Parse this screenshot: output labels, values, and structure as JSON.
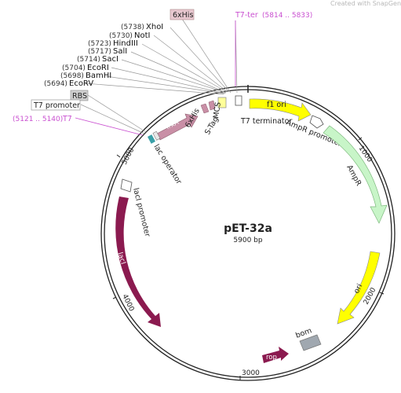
{
  "watermark": "Created with SnapGene®",
  "plasmid": {
    "name": "pET-32a",
    "size": "5900 bp"
  },
  "sites": [
    {
      "coord": "(5738)",
      "name": "XhoI"
    },
    {
      "coord": "(5730)",
      "name": "NotI"
    },
    {
      "coord": "(5723)",
      "name": "HindIII"
    },
    {
      "coord": "(5717)",
      "name": "SalI"
    },
    {
      "coord": "(5714)",
      "name": "SacI"
    },
    {
      "coord": "(5704)",
      "name": "EcoRI"
    },
    {
      "coord": "(5698)",
      "name": "BamHI"
    },
    {
      "coord": "(5694)",
      "name": "EcoRV"
    }
  ],
  "top_labels": {
    "his_tag": "6xHis",
    "t7_ter": "T7-ter",
    "t7_ter_range": "(5814 .. 5833)"
  },
  "left_labels": {
    "rbs": "RBS",
    "t7_promoter": "T7 promoter",
    "t7_range": "(5121 .. 5140)",
    "t7": "T7"
  },
  "features": {
    "trxa": "TrxA",
    "lac_operator": "lac operator",
    "his": "6xHis",
    "stag": "S-Tag",
    "mcs": "MCS",
    "t7_terminator": "T7 terminator",
    "f1_ori": "f1 ori",
    "ampr_promoter": "AmpR promoter",
    "ampr": "AmpR",
    "ori": "ori",
    "bom": "bom",
    "rop": "rop",
    "laci": "lacI",
    "laci_promoter": "lacI promoter"
  },
  "ticks": {
    "t1000": "1000",
    "t2000": "2000",
    "t3000": "3000",
    "t4000": "4000",
    "t5000": "5000"
  },
  "colors": {
    "backbone": "#222222",
    "trxa": "#c98fa6",
    "laci": "#8b1a4f",
    "rop": "#8b1a4f",
    "ampr": "#c8f5c8",
    "ori": "#ffff00",
    "f1_ori": "#ffff00",
    "bom": "#a0a8b0",
    "his_label_bg": "#e8c8d0",
    "t7": "#c94fd0"
  }
}
